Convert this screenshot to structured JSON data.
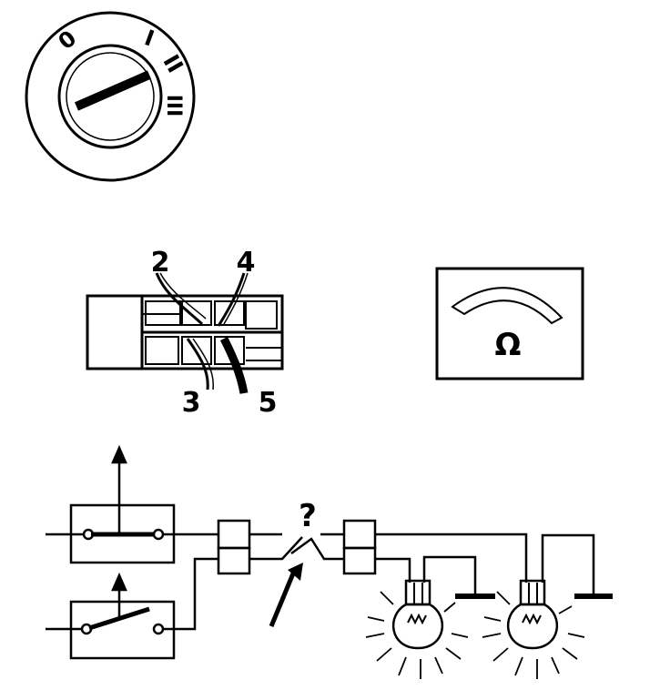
{
  "ignition_switch": {
    "positions": [
      "0",
      "I",
      "II",
      "III"
    ]
  },
  "connector": {
    "pin_labels": [
      "2",
      "4",
      "3",
      "5"
    ]
  },
  "ohmmeter": {
    "symbol": "Ω"
  },
  "circuit": {
    "fault_marker": "?"
  },
  "colors": {
    "ink": "#000000",
    "paper": "#ffffff"
  }
}
